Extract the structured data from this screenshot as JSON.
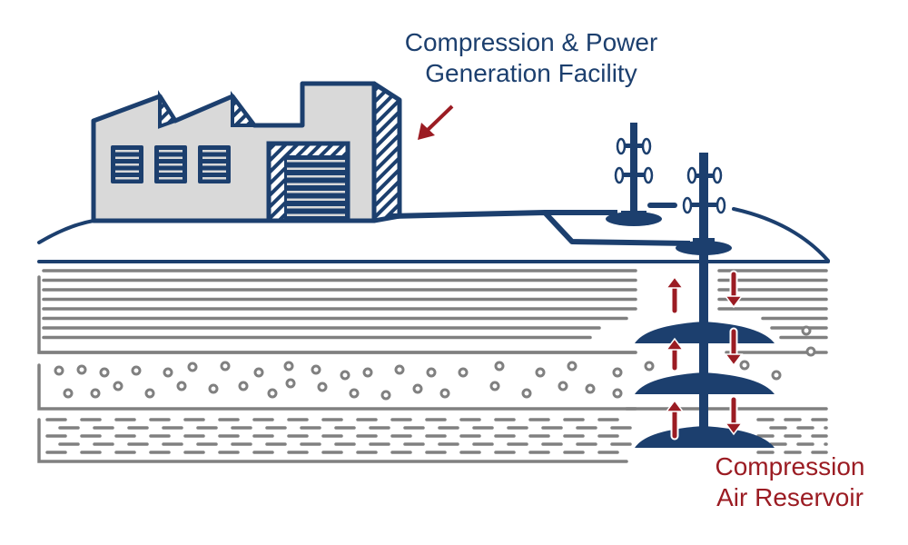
{
  "labels": {
    "facility": [
      "Compression & Power",
      "Generation Facility"
    ],
    "reservoir": [
      "Compression",
      "Air Reservoir"
    ]
  },
  "colors": {
    "navy": "#1c3f6e",
    "red": "#9b1c23",
    "gray": "#808080",
    "building_fill": "#d9d9d9"
  }
}
